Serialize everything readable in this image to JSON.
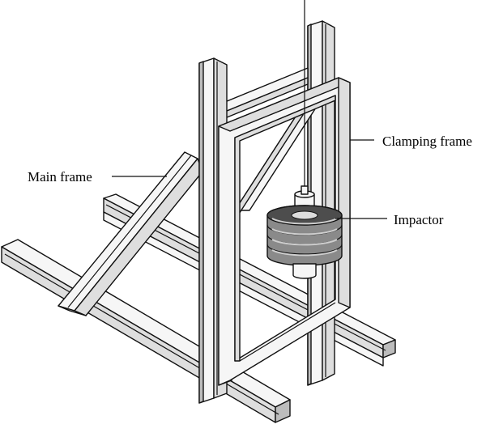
{
  "diagram": {
    "labels": {
      "main_frame": "Main frame",
      "clamping_frame": "Clamping frame",
      "impactor": "Impactor"
    },
    "colors": {
      "stroke": "#111111",
      "face_light": "#f4f4f4",
      "face_mid": "#dcdcdc",
      "face_dark": "#b8b8b8",
      "impactor_dark": "#555555",
      "impactor_mid": "#8a8a8a"
    }
  }
}
